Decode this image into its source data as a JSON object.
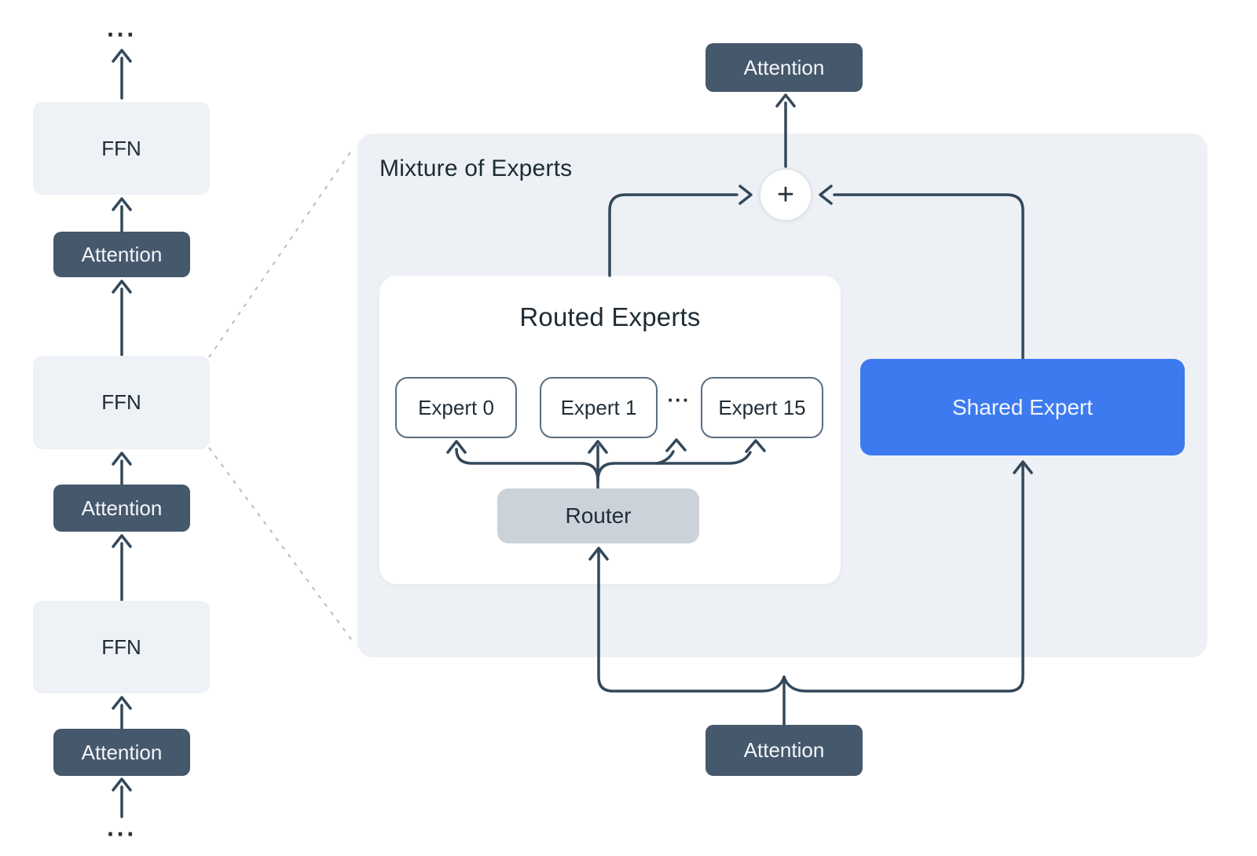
{
  "colors": {
    "dark_slate_box": "#46586b",
    "connector_line": "#33485a",
    "moe_background": "#edf1f5",
    "ffn_background": "#eef1f5",
    "router_background": "#cbd2d9",
    "shared_expert_blue": "#3d7af0",
    "expert_border": "#5b6e80",
    "dotted_line": "#b6bdc5",
    "text_dark": "#1d2b35",
    "text_light": "#f2f6fa"
  },
  "left_stack": {
    "ellipsis_top": "···",
    "ellipsis_bottom": "···",
    "layers": [
      {
        "type": "ffn",
        "label": "FFN"
      },
      {
        "type": "attention",
        "label": "Attention"
      },
      {
        "type": "ffn",
        "label": "FFN"
      },
      {
        "type": "attention",
        "label": "Attention"
      },
      {
        "type": "ffn",
        "label": "FFN"
      },
      {
        "type": "attention",
        "label": "Attention"
      }
    ]
  },
  "moe": {
    "title": "Mixture of Experts",
    "attention_top": "Attention",
    "attention_bottom": "Attention",
    "plus_symbol": "+",
    "routed": {
      "title": "Routed Experts",
      "experts": [
        "Expert 0",
        "Expert 1",
        "Expert 15"
      ],
      "ellipsis": "···",
      "router_label": "Router"
    },
    "shared_expert_label": "Shared Expert"
  }
}
